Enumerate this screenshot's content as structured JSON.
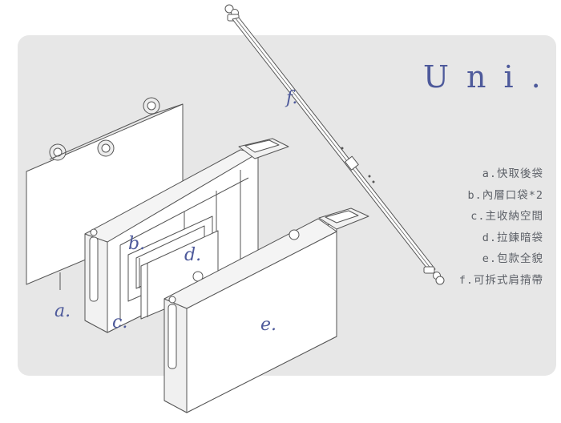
{
  "brand": {
    "title": "Uni."
  },
  "legend": [
    {
      "label": "a.快取後袋"
    },
    {
      "label": "b.內層口袋*2"
    },
    {
      "label": "c.主收納空間"
    },
    {
      "label": "d.拉鍊暗袋"
    },
    {
      "label": "e.包款全貌"
    },
    {
      "label": "f.可拆式肩揹帶"
    }
  ],
  "markers": {
    "a": "a.",
    "b": "b.",
    "c": "c.",
    "d": "d.",
    "e": "e.",
    "f": "f."
  },
  "colors": {
    "panel": "#e7e7e7",
    "accent": "#4e5a9b",
    "line": "#555555",
    "text": "#5d6168"
  }
}
